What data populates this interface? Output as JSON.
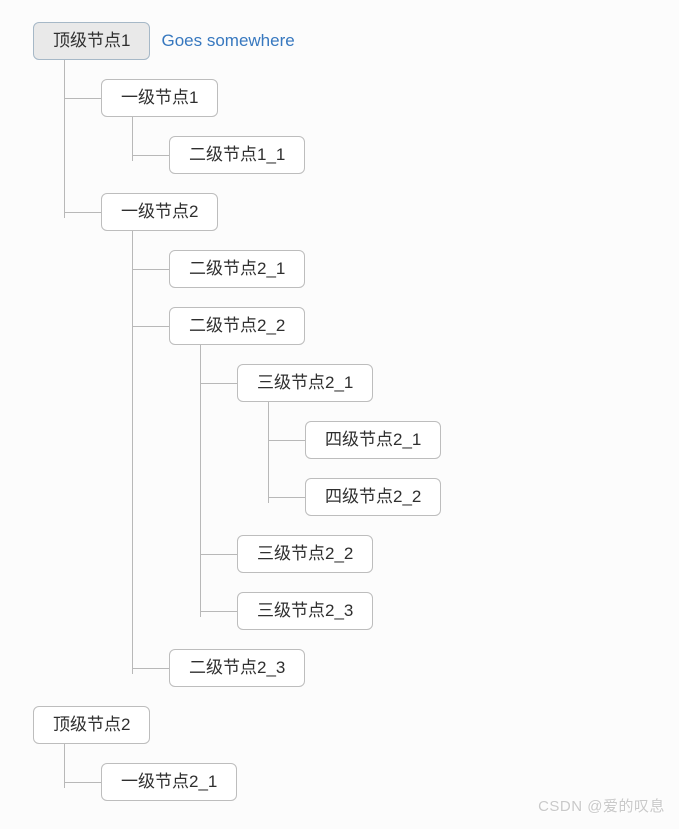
{
  "page": {
    "background": "#fcfcfc",
    "watermark": "CSDN @爱的叹息"
  },
  "link": {
    "label": "Goes somewhere",
    "color": "#3778bf"
  },
  "colors": {
    "node_border": "#bdbdbd",
    "node_background": "#ffffff",
    "node_text": "#2f2f2f",
    "selected_background": "#e9e9e9",
    "selected_border": "#a6b8c7",
    "connector": "#b8b8b8",
    "watermark_text": "#c9c9c9"
  },
  "tree": {
    "roots": [
      {
        "label": "顶级节点1",
        "selected": true,
        "children": [
          {
            "label": "一级节点1",
            "children": [
              {
                "label": "二级节点1_1"
              }
            ]
          },
          {
            "label": "一级节点2",
            "children": [
              {
                "label": "二级节点2_1"
              },
              {
                "label": "二级节点2_2",
                "children": [
                  {
                    "label": "三级节点2_1",
                    "children": [
                      {
                        "label": "四级节点2_1"
                      },
                      {
                        "label": "四级节点2_2"
                      }
                    ]
                  },
                  {
                    "label": "三级节点2_2"
                  },
                  {
                    "label": "三级节点2_3"
                  }
                ]
              },
              {
                "label": "二级节点2_3"
              }
            ]
          }
        ]
      },
      {
        "label": "顶级节点2",
        "children": [
          {
            "label": "一级节点2_1"
          }
        ]
      }
    ]
  }
}
